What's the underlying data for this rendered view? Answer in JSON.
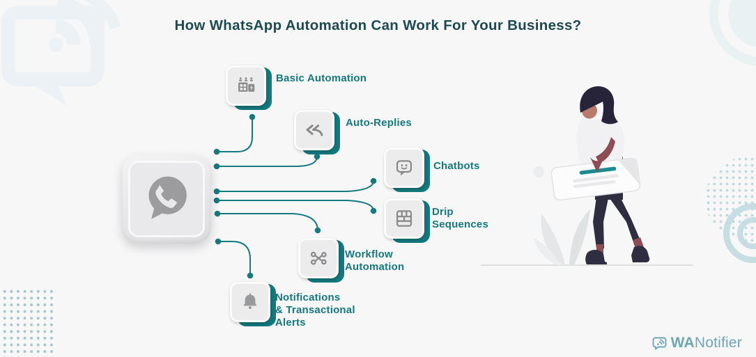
{
  "title": "How WhatsApp Automation Can Work For Your Business?",
  "center_icon": {
    "name": "whatsapp-icon"
  },
  "features": [
    {
      "label": "Basic Automation",
      "icon": "automation-machine-icon"
    },
    {
      "label": "Auto-Replies",
      "icon": "reply-arrows-icon"
    },
    {
      "label": "Chatbots",
      "icon": "chatbot-bubble-icon"
    },
    {
      "label": "Drip\nSequences",
      "icon": "sequence-grid-icon"
    },
    {
      "label": "Workflow\nAutomation",
      "icon": "workflow-nodes-icon"
    },
    {
      "label": "Notifications\n& Transactional\nAlerts",
      "icon": "notification-bell-icon"
    }
  ],
  "brand": {
    "wordmark_bold": "WA",
    "wordmark_light": "Notifier",
    "icon": "wanotifier-logo-icon"
  },
  "colors": {
    "background": "#F7F7F8",
    "title_text": "#1C4B4F",
    "accent_teal": "#14797E",
    "icon_gray": "#8A8A8A",
    "brand_teal": "#6CA7B6",
    "sign_accent": "#1D8A90"
  }
}
